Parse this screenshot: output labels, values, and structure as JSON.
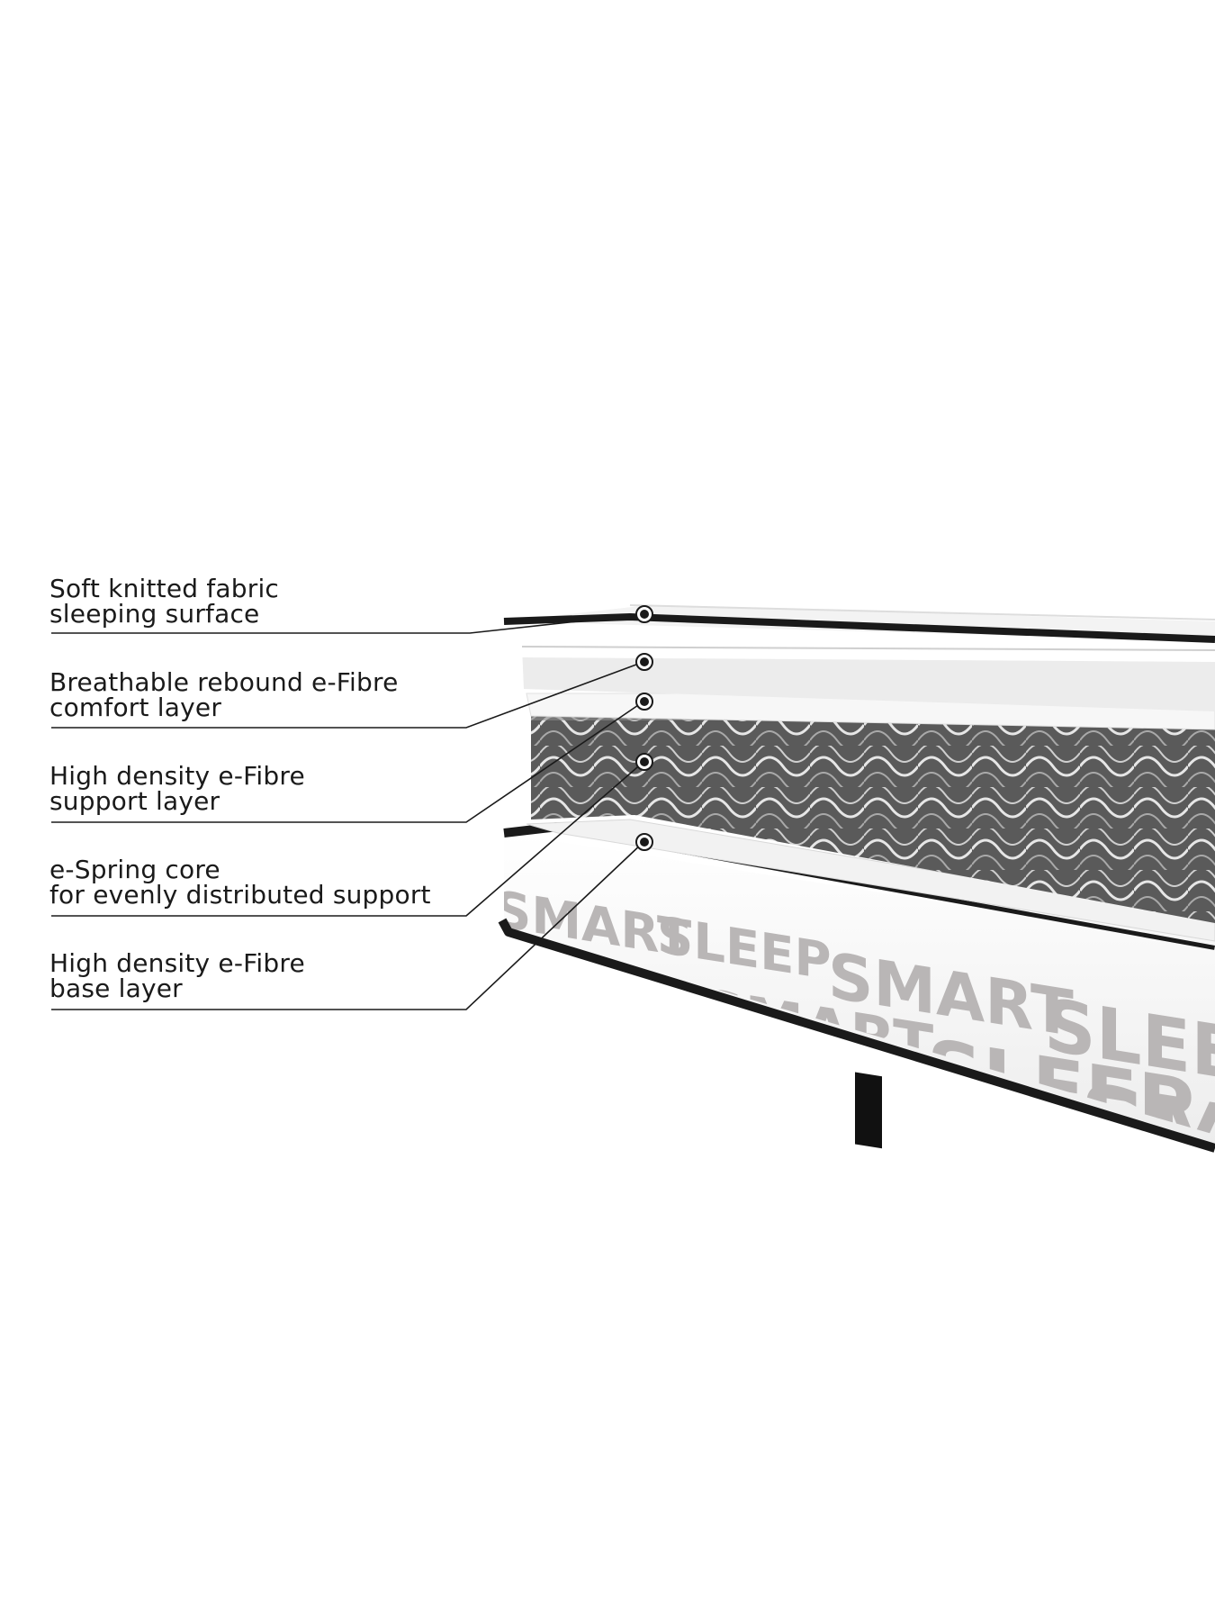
{
  "callouts": [
    {
      "line1": "Soft knitted fabric",
      "line2": "sleeping surface"
    },
    {
      "line1": "Breathable rebound e-Fibre",
      "line2": "comfort layer"
    },
    {
      "line1": "High density e-Fibre",
      "line2": "support layer"
    },
    {
      "line1": "e-Spring core",
      "line2": "for evenly distributed support"
    },
    {
      "line1": "High density e-Fibre",
      "line2": "base layer"
    }
  ],
  "mattress": {
    "watermark_words": [
      "SMART",
      "SLEEP"
    ],
    "colors": {
      "piping": "#1a1a1a",
      "fabric": "#f4f4f4",
      "watermark": "#b9b6b6"
    }
  }
}
